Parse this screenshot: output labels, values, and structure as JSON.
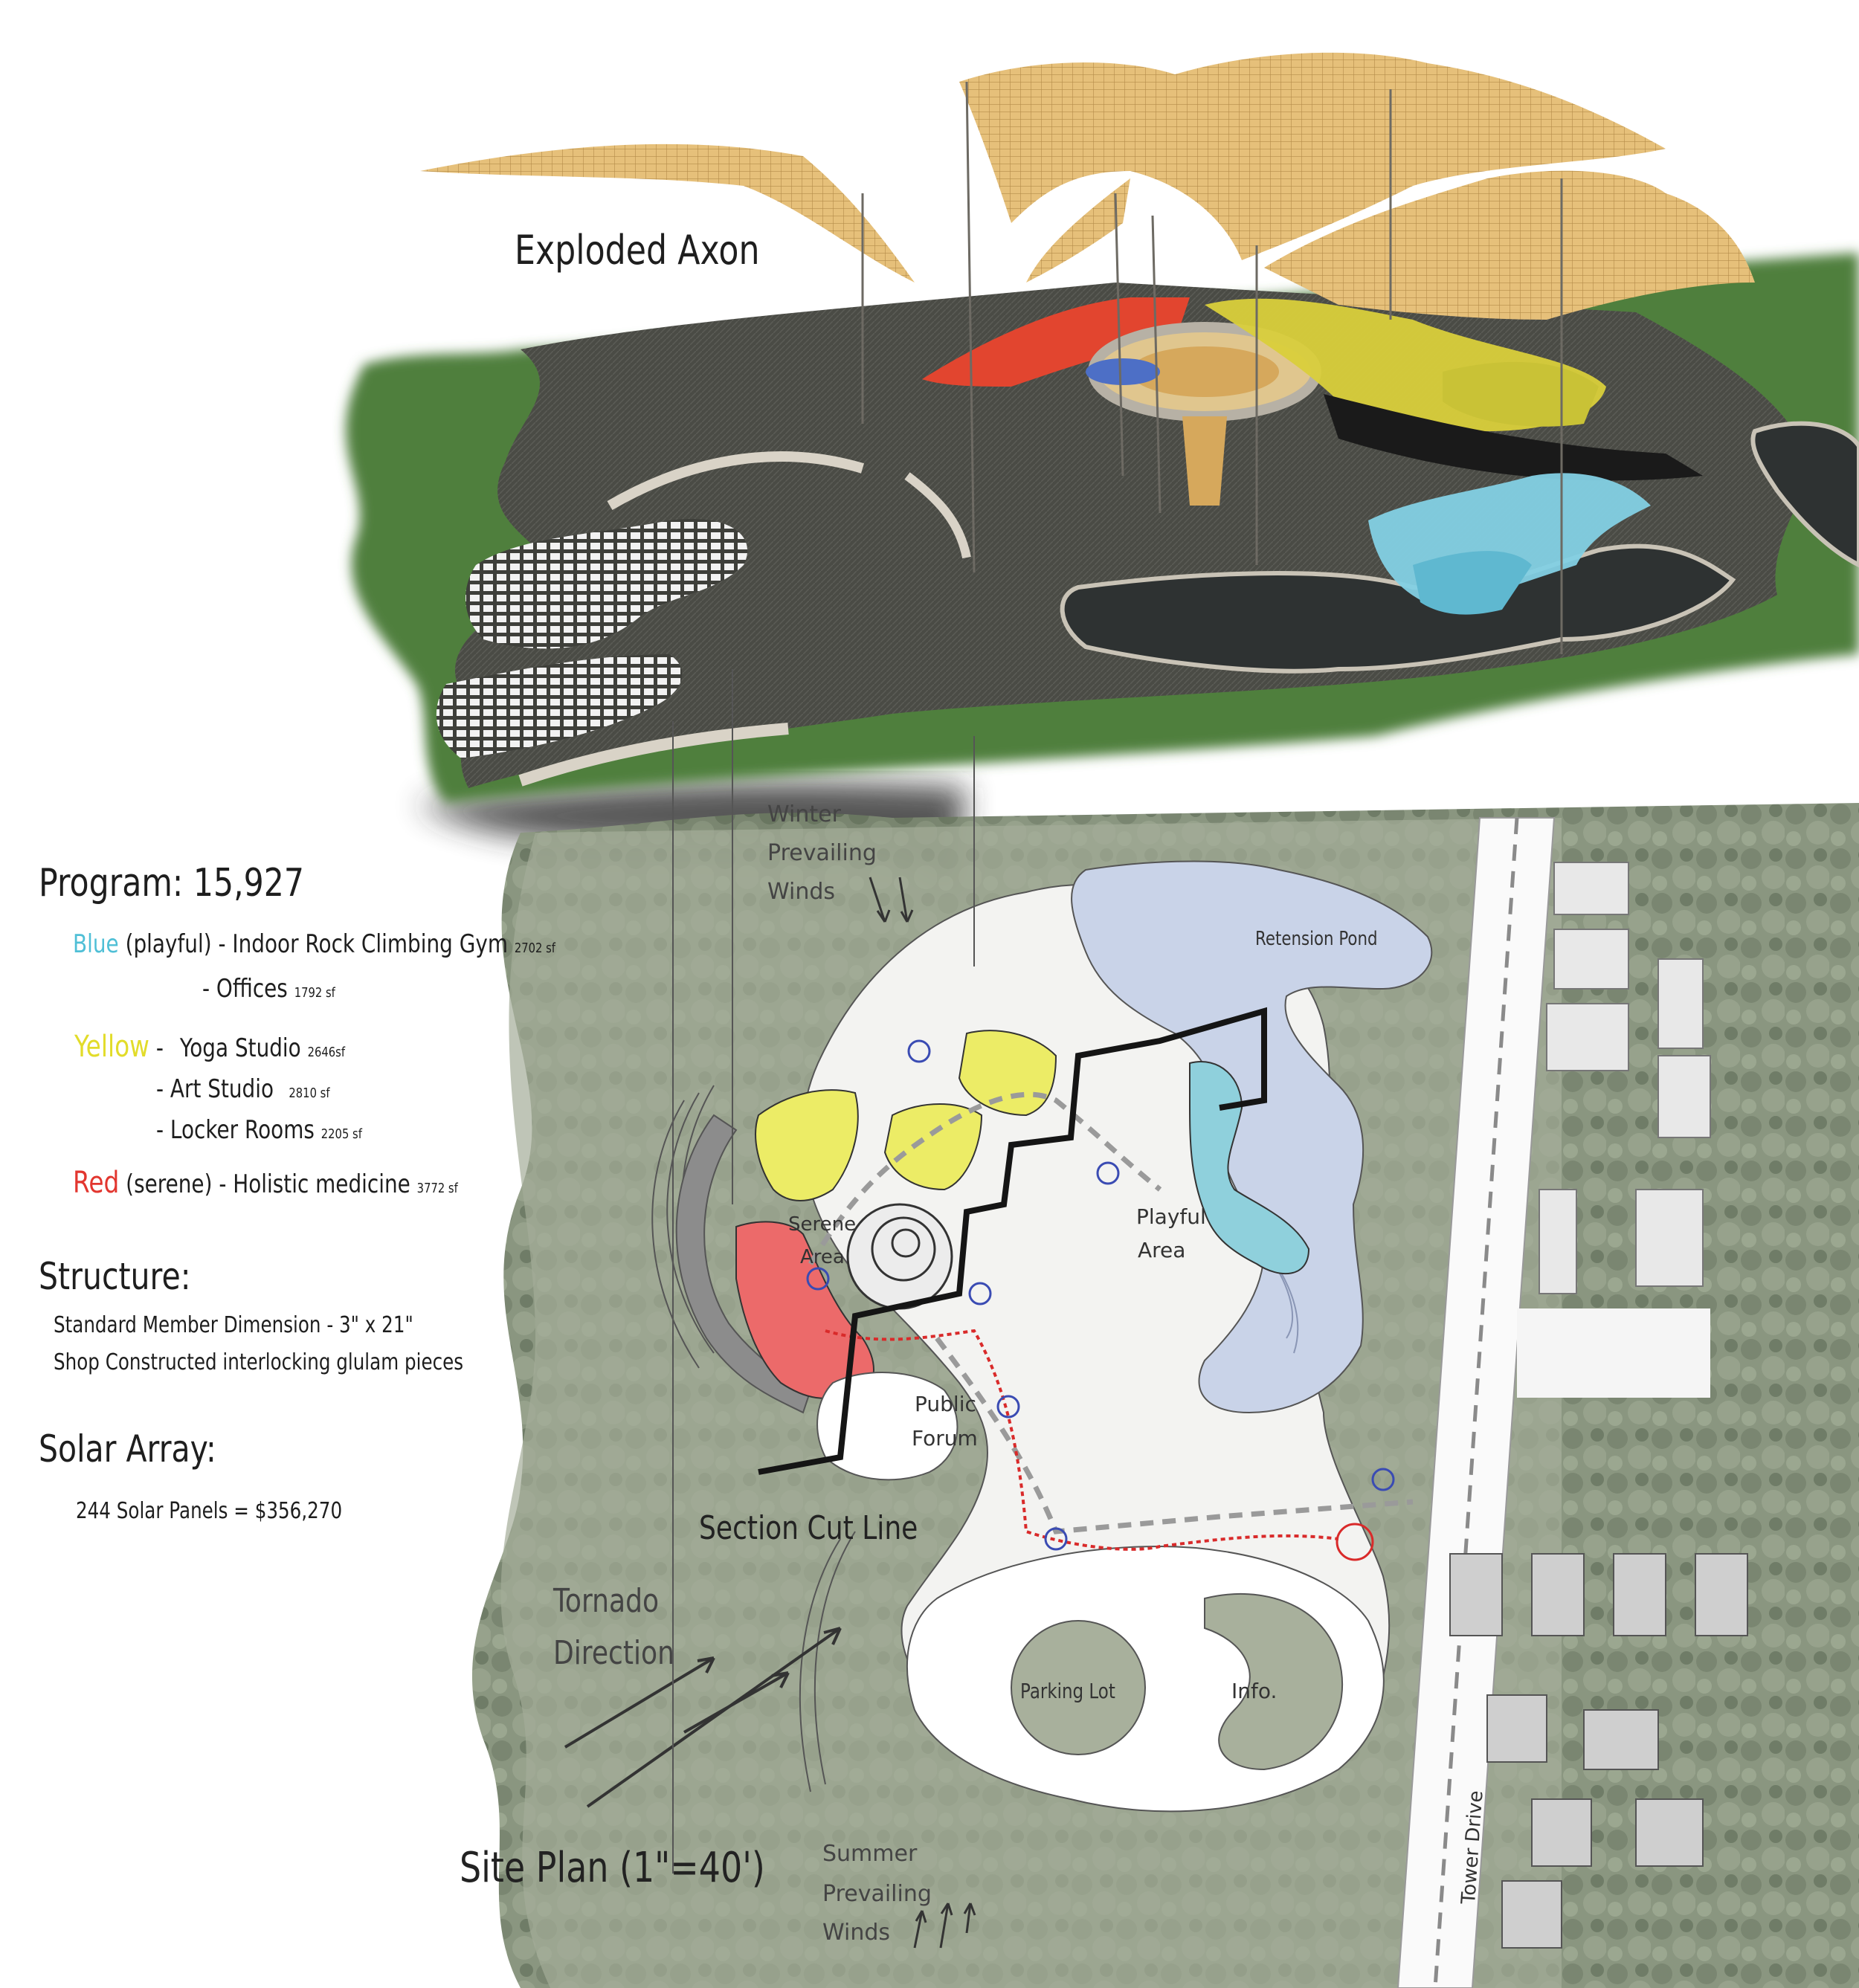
{
  "axon": {
    "title": "Exploded Axon"
  },
  "program": {
    "title": "Program: 15,927",
    "blue": {
      "label": "Blue",
      "tag": "(playful)",
      "item1": "- Indoor Rock Climbing Gym",
      "item1_sf": "2702 sf",
      "item2": "- Offices",
      "item2_sf": "1792 sf",
      "color": "#4fbfd6"
    },
    "yellow": {
      "label": "Yellow",
      "dash": "-",
      "item1": "Yoga Studio",
      "item1_sf": "2646sf",
      "item2": "- Art Studio",
      "item2_sf": "2810 sf",
      "item3": "- Locker Rooms",
      "item3_sf": "2205 sf",
      "color": "#e2dc2a"
    },
    "red": {
      "label": "Red",
      "tag": "(serene)",
      "item1": "- Holistic medicine",
      "item1_sf": "3772 sf",
      "color": "#e2362f"
    }
  },
  "structure": {
    "title": "Structure:",
    "line1": "Standard Member Dimension - 3\" x 21\"",
    "line2": "Shop Constructed interlocking glulam pieces"
  },
  "solar": {
    "title": "Solar Array:",
    "line1": "244 Solar Panels = $356,270"
  },
  "site_labels": {
    "winter": [
      "Winter",
      "Prevailing",
      "Winds"
    ],
    "retension_pond": "Retension Pond",
    "serene_area": [
      "Serene",
      "Area"
    ],
    "playful_area": [
      "Playful",
      "Area"
    ],
    "public_forum": [
      "Public",
      "Forum"
    ],
    "section_cut": "Section Cut Line",
    "tornado": [
      "Tornado",
      "Direction"
    ],
    "parking_lot": "Parking Lot",
    "info": "Info.",
    "tower_drive": "Tower Drive",
    "site_plan": "Site Plan (1\"=40')",
    "summer": [
      "Summer",
      "Prevailing",
      "Winds"
    ]
  }
}
